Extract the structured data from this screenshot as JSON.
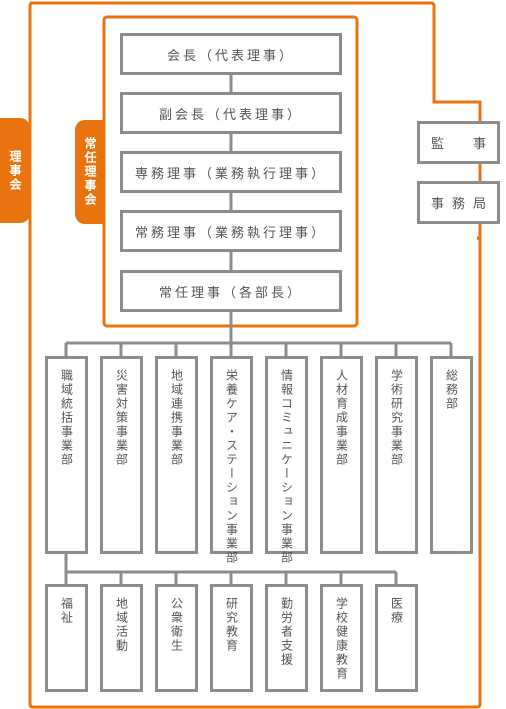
{
  "board_label": "理事会",
  "standing_board_label": "常任理事会",
  "chain": [
    "会長（代表理事）",
    "副会長（代表理事）",
    "専務理事（業務執行理事）",
    "常務理事（業務執行理事）",
    "常任理事（各部長）"
  ],
  "side": [
    "監　事",
    "事務局"
  ],
  "departments": [
    "職域統括事業部",
    "災害対策事業部",
    "地域連携事業部",
    "栄養ケア・ステーション事業部",
    "情報コミュニケーション事業部",
    "人材育成事業部",
    "学術研究事業部",
    "総務部"
  ],
  "subsections": [
    "福祉",
    "地域活動",
    "公衆衛生",
    "研究教育",
    "勤労者支援",
    "学校健康教育",
    "医療"
  ],
  "colors": {
    "orange": "#e8730f",
    "gray": "#8c8c8c",
    "text": "#555555"
  }
}
